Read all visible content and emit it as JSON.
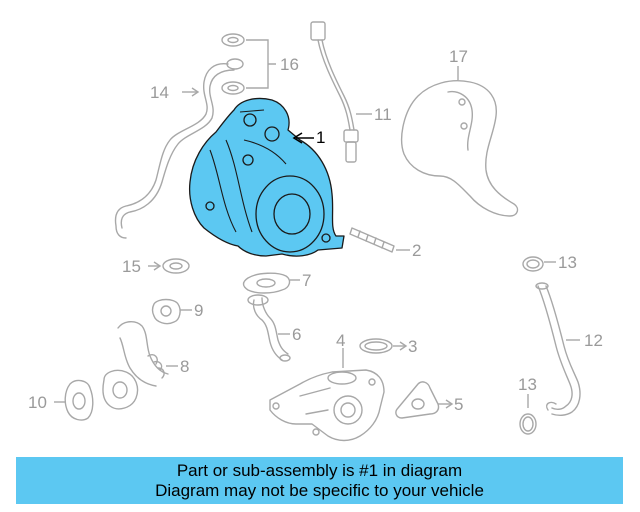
{
  "callouts": {
    "c1": "1",
    "c2": "2",
    "c3": "3",
    "c4": "4",
    "c5": "5",
    "c6": "6",
    "c7": "7",
    "c8": "8",
    "c9": "9",
    "c10": "10",
    "c11": "11",
    "c12": "12",
    "c13a": "13",
    "c13b": "13",
    "c14": "14",
    "c15": "15",
    "c16": "16",
    "c17": "17"
  },
  "banner": {
    "line1": "Part or sub-assembly is #1 in diagram",
    "line2": "Diagram may not be specific to your vehicle"
  },
  "colors": {
    "highlight": "#5cc8f2",
    "part_outline": "#a8a8a8",
    "callout_text": "#9a9a9a",
    "main_callout_text": "#000000"
  }
}
